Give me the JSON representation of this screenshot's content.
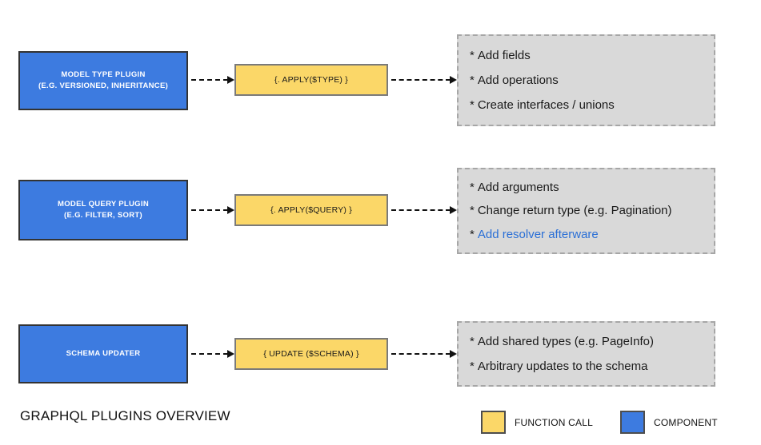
{
  "diagram": {
    "title": "GRAPHQL PLUGINS OVERVIEW",
    "colors": {
      "component": "#3D7BE0",
      "function_call": "#FBD768",
      "note_panel": "#D9D9D9",
      "note_panel_border": "#A6A6A6",
      "link_text": "#2A6FD6",
      "box_border": "#333333",
      "background": "#FFFFFF"
    },
    "rows": [
      {
        "component": {
          "line1": "MODEL TYPE PLUGIN",
          "line2": "(E.G. VERSIONED, INHERITANCE)"
        },
        "function_call": {
          "label": "{. APPLY($TYPE) }"
        },
        "notes": [
          {
            "star": "*",
            "text": "Add fields",
            "highlight": false
          },
          {
            "star": "*",
            "text": "Add operations",
            "highlight": false
          },
          {
            "star": "*",
            "text": "Create interfaces / unions",
            "highlight": false
          }
        ]
      },
      {
        "component": {
          "line1": "MODEL QUERY PLUGIN",
          "line2": "(E.G. FILTER, SORT)"
        },
        "function_call": {
          "label": "{. APPLY($QUERY) }"
        },
        "notes": [
          {
            "star": "*",
            "text": "Add arguments",
            "highlight": false
          },
          {
            "star": "*",
            "text": "Change return type (e.g. Pagination)",
            "highlight": false
          },
          {
            "star": "*",
            "text": "Add resolver afterware",
            "highlight": true
          }
        ]
      },
      {
        "component": {
          "line1": "SCHEMA UPDATER",
          "line2": ""
        },
        "function_call": {
          "label": "{  UPDATE ($SCHEMA)  }"
        },
        "notes": [
          {
            "star": "*",
            "text": "Add shared types (e.g. PageInfo)",
            "highlight": false
          },
          {
            "star": "*",
            "text": "Arbitrary updates to the schema",
            "highlight": false
          }
        ]
      }
    ],
    "legend": [
      {
        "swatch": "function-call",
        "label": "FUNCTION CALL"
      },
      {
        "swatch": "component",
        "label": "COMPONENT"
      }
    ]
  }
}
